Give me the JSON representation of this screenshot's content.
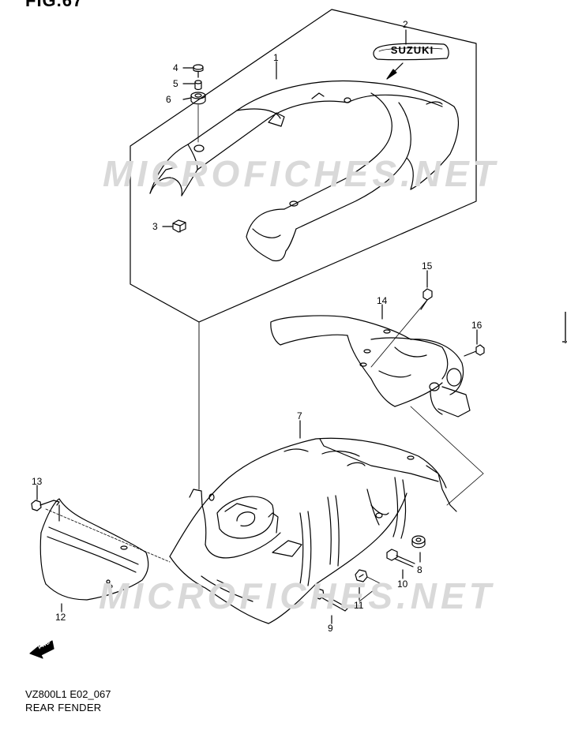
{
  "figure": {
    "title": "FIG.67",
    "model_code": "VZ800L1 E02_067",
    "caption": "REAR FENDER"
  },
  "watermark": "MICROFICHES.NET",
  "emblem_text": "SUZUKI",
  "fwd_label": "FWD",
  "callouts": [
    "1",
    "2",
    "3",
    "4",
    "5",
    "6",
    "7",
    "8",
    "9",
    "10",
    "11",
    "12",
    "13",
    "14",
    "15",
    "16"
  ]
}
